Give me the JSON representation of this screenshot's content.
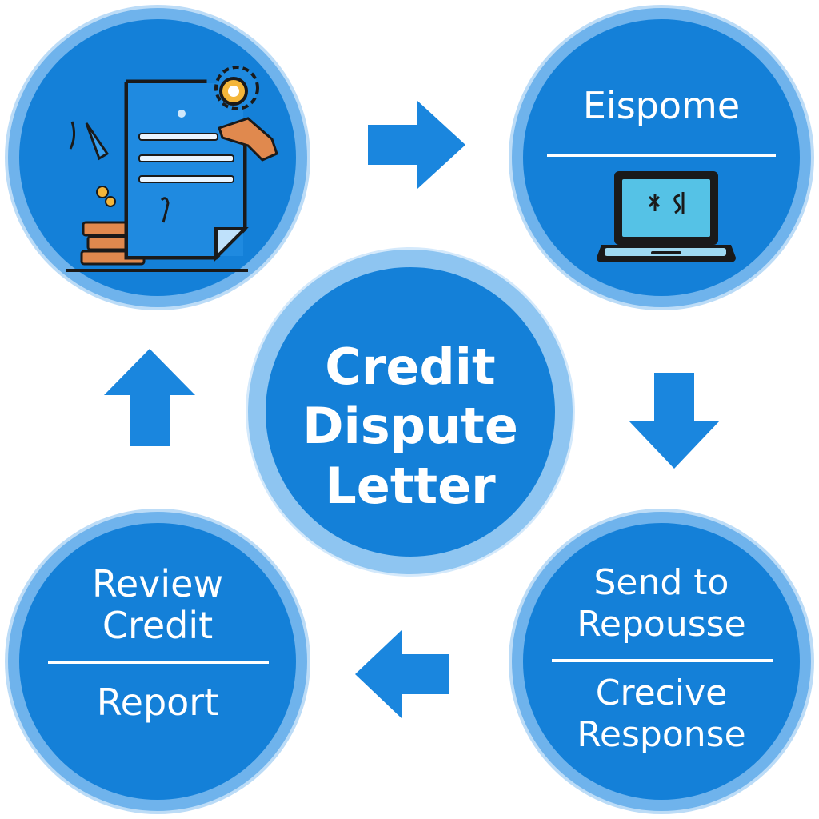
{
  "center": {
    "line1": "Credit",
    "line2": "Dispute",
    "line3": "Letter"
  },
  "top_right": {
    "label": "Eispome"
  },
  "bottom_left": {
    "line1": "Review",
    "line2": "Credit",
    "line3": "Report"
  },
  "bottom_right": {
    "line1": "Send to",
    "line2": "Repousse",
    "line3": "Crecive",
    "line4": "Response"
  },
  "colors": {
    "primary_blue": "#1480d8",
    "ring_blue": "#6fb3ec",
    "arrow_blue": "#1a86de"
  },
  "icons": {
    "top_left": "document-gear-hand-icon",
    "top_right": "laptop-icon",
    "arrows": [
      "arrow-right-icon",
      "arrow-down-icon",
      "arrow-left-icon",
      "arrow-up-icon"
    ]
  }
}
